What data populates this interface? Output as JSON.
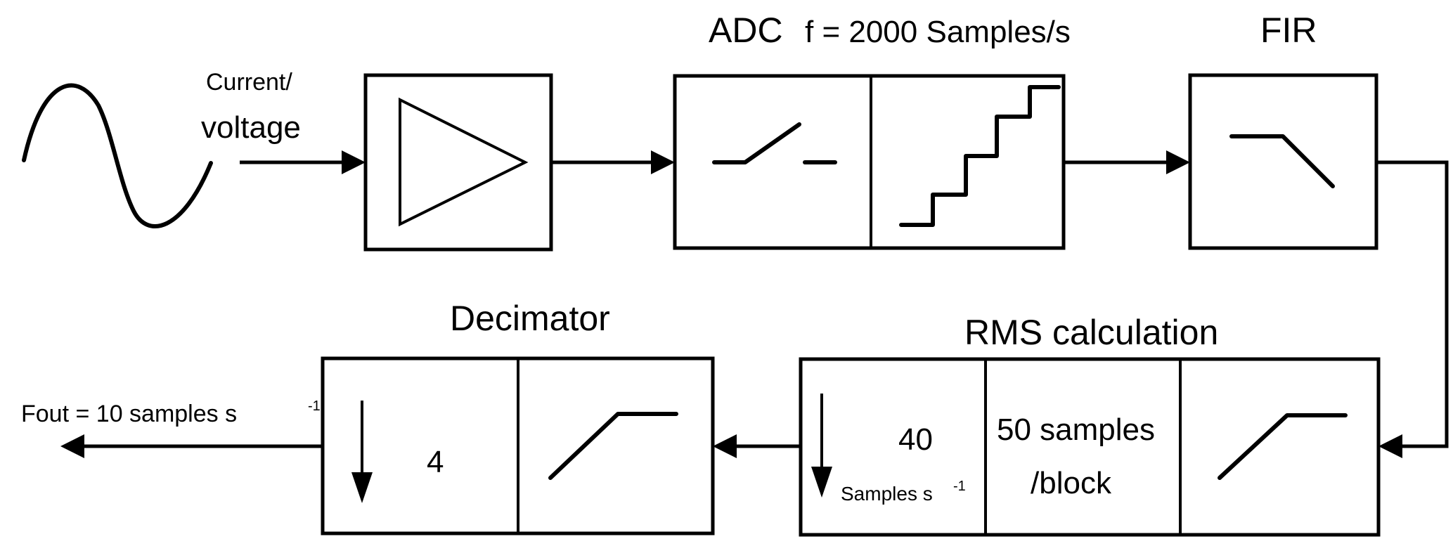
{
  "diagram": {
    "input_label_line1": "Current/",
    "input_label_line2": "voltage",
    "adc": {
      "title": "ADC",
      "rate_label": "f = 2000  Samples/s"
    },
    "fir": {
      "title": "FIR"
    },
    "rms": {
      "title": "RMS calculation",
      "downsample_factor": "40",
      "rate_unit": "Samples s",
      "rate_unit_exp": "-1",
      "block_line1": "50  samples",
      "block_line2": "/block"
    },
    "decimator": {
      "title": "Decimator",
      "downsample_factor": "4"
    },
    "output": {
      "label": "Fout = 10  samples s",
      "label_exp": "-1"
    },
    "icons": {
      "source": "sine-wave-icon",
      "amplifier": "amplifier-triangle-icon",
      "sampler": "sample-switch-icon",
      "quantizer": "staircase-quantizer-icon",
      "lowpass": "lowpass-filter-icon",
      "integrator": "ramp-integrator-icon",
      "downsample": "down-arrow-icon"
    }
  }
}
